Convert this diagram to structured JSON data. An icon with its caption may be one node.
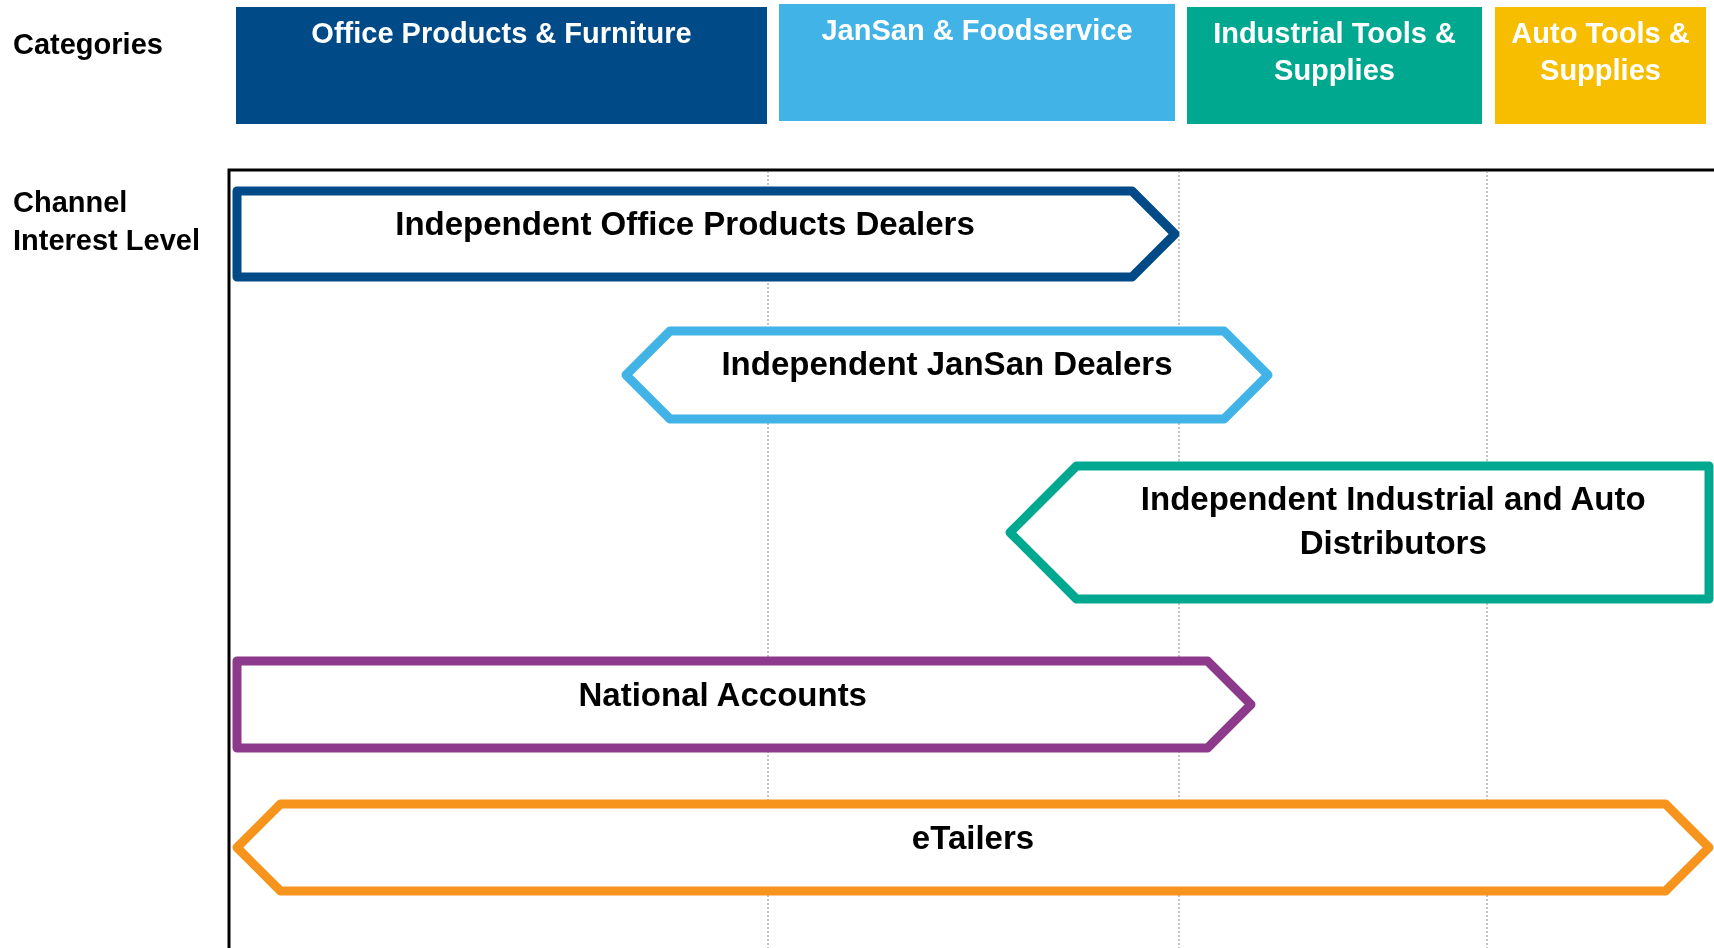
{
  "diagram": {
    "nodes": [
      {
        "text": [
          "Office Products & Furniture"
        ]
      },
      {
        "text": [
          "JanSan & Foodservice"
        ]
      },
      {
        "text": [
          "Industrial  Tools & Supplies"
        ]
      },
      {
        "text": [
          "Auto Tools & Supplies"
        ]
      },
      {
        "text": [
          "Independent Office Products Dealers"
        ]
      },
      {
        "text": [
          "Independent JanSan Dealers"
        ]
      },
      {
        "text": [
          "Independent Industrial and Auto Distributors"
        ]
      },
      {
        "text": [
          "National Accounts"
        ]
      },
      {
        "text": [
          "eTailers"
        ]
      }
    ],
    "labels": [
      "Categories",
      "Channel Interest Level"
    ]
  }
}
